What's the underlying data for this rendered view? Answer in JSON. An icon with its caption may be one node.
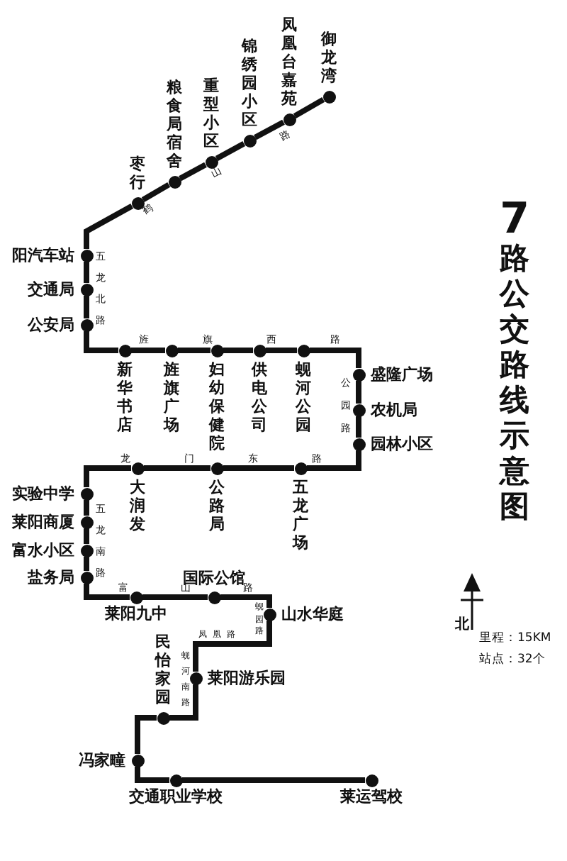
{
  "diagram": {
    "title": "7路公交路线示意图",
    "nodes": [
      {
        "text": [
          "御龙湾"
        ]
      },
      {
        "text": [
          "凤凰台嘉苑"
        ]
      },
      {
        "text": [
          "锦绣园小区"
        ]
      },
      {
        "text": [
          "重型小区"
        ]
      },
      {
        "text": [
          "粮食局宿舍"
        ]
      },
      {
        "text": [
          "枣行"
        ]
      },
      {
        "text": [
          "阳汽车站"
        ]
      },
      {
        "text": [
          "交通局"
        ]
      },
      {
        "text": [
          "公安局"
        ]
      },
      {
        "text": [
          "新华书店"
        ]
      },
      {
        "text": [
          "旌旗广场"
        ]
      },
      {
        "text": [
          "妇幼保健院"
        ]
      },
      {
        "text": [
          "供电公司"
        ]
      },
      {
        "text": [
          "蚬河公园"
        ]
      },
      {
        "text": [
          "盛隆广场"
        ]
      },
      {
        "text": [
          "农机局"
        ]
      },
      {
        "text": [
          "园林小区"
        ]
      },
      {
        "text": [
          "五龙广场"
        ]
      },
      {
        "text": [
          "公路局"
        ]
      },
      {
        "text": [
          "大润发"
        ]
      },
      {
        "text": [
          "实验中学"
        ]
      },
      {
        "text": [
          "莱阳商厦"
        ]
      },
      {
        "text": [
          "富水小区"
        ]
      },
      {
        "text": [
          "盐务局"
        ]
      },
      {
        "text": [
          "莱阳九中"
        ]
      },
      {
        "text": [
          "国际公馆"
        ]
      },
      {
        "text": [
          "山水华庭"
        ]
      },
      {
        "text": [
          "莱阳游乐园"
        ]
      },
      {
        "text": [
          "民怡家园"
        ]
      },
      {
        "text": [
          "冯家疃"
        ]
      },
      {
        "text": [
          "交通职业学校"
        ]
      },
      {
        "text": [
          "莱运驾校"
        ]
      }
    ],
    "edges": [
      {
        "from": 0,
        "to": 1,
        "arrow": "none"
      },
      {
        "from": 1,
        "to": 2,
        "arrow": "none"
      },
      {
        "from": 2,
        "to": 3,
        "arrow": "none"
      },
      {
        "from": 3,
        "to": 4,
        "arrow": "none"
      },
      {
        "from": 4,
        "to": 5,
        "arrow": "none"
      },
      {
        "from": 5,
        "to": 6,
        "arrow": "none"
      },
      {
        "from": 6,
        "to": 7,
        "arrow": "none"
      },
      {
        "from": 7,
        "to": 8,
        "arrow": "none"
      },
      {
        "from": 8,
        "to": 9,
        "arrow": "none"
      },
      {
        "from": 9,
        "to": 10,
        "arrow": "none"
      },
      {
        "from": 10,
        "to": 11,
        "arrow": "none"
      },
      {
        "from": 11,
        "to": 12,
        "arrow": "none"
      },
      {
        "from": 12,
        "to": 13,
        "arrow": "none"
      },
      {
        "from": 13,
        "to": 14,
        "arrow": "none"
      },
      {
        "from": 14,
        "to": 15,
        "arrow": "none"
      },
      {
        "from": 15,
        "to": 16,
        "arrow": "none"
      },
      {
        "from": 16,
        "to": 17,
        "arrow": "none"
      },
      {
        "from": 17,
        "to": 18,
        "arrow": "none"
      },
      {
        "from": 18,
        "to": 19,
        "arrow": "none"
      },
      {
        "from": 19,
        "to": 20,
        "arrow": "none"
      },
      {
        "from": 20,
        "to": 21,
        "arrow": "none"
      },
      {
        "from": 21,
        "to": 22,
        "arrow": "none"
      },
      {
        "from": 22,
        "to": 23,
        "arrow": "none"
      },
      {
        "from": 23,
        "to": 24,
        "arrow": "none"
      },
      {
        "from": 24,
        "to": 25,
        "arrow": "none"
      },
      {
        "from": 25,
        "to": 26,
        "arrow": "none"
      },
      {
        "from": 26,
        "to": 27,
        "arrow": "none"
      },
      {
        "from": 27,
        "to": 28,
        "arrow": "none"
      },
      {
        "from": 28,
        "to": 29,
        "arrow": "none"
      },
      {
        "from": 29,
        "to": 30,
        "arrow": "none"
      },
      {
        "from": 30,
        "to": 31,
        "arrow": "none"
      }
    ],
    "labels": [
      "鹤山路",
      "五龙北路",
      "旌旗西路",
      "公园路",
      "龙门东路",
      "五龙南路",
      "富山路",
      "蚬园路",
      "凤凰路",
      "蚬河南路",
      "北",
      "里程：15KM",
      "站点：32个"
    ]
  }
}
